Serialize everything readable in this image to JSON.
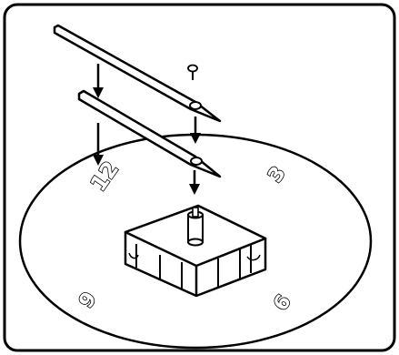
{
  "diagram": {
    "numerals": {
      "twelve": "12",
      "three": "3",
      "six": "6",
      "nine": "9"
    }
  }
}
